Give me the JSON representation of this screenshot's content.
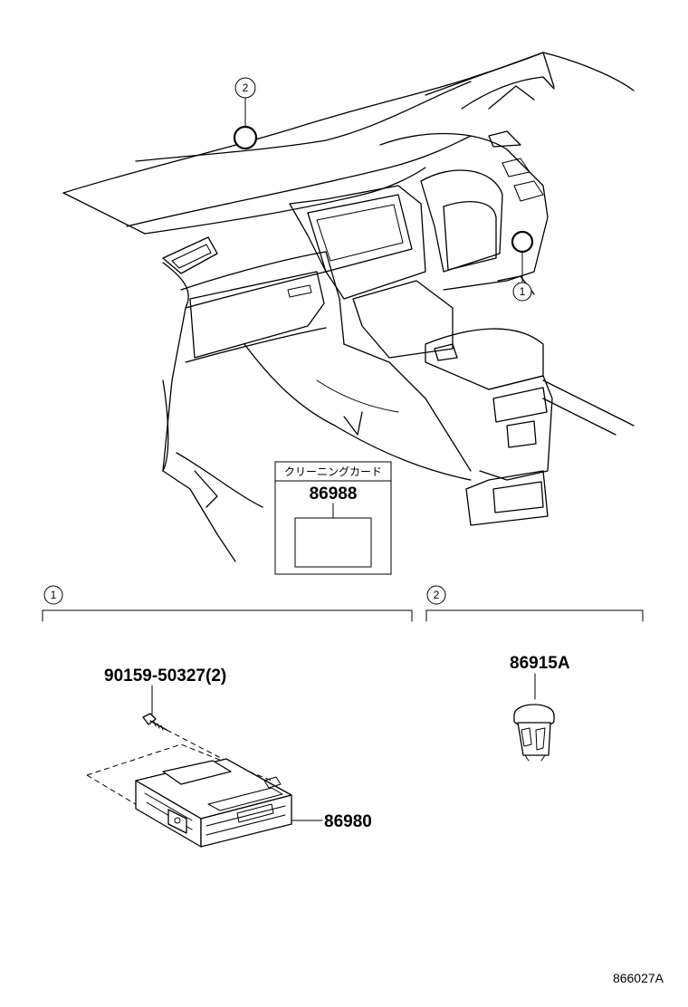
{
  "callouts": {
    "one": "1",
    "two": "2"
  },
  "label_box": {
    "heading": "クリーニングカード",
    "part_number": "86988"
  },
  "parts": {
    "screw": "90159-50327(2)",
    "unit": "86980",
    "bulb": "86915A"
  },
  "illustration_number": "866027A"
}
